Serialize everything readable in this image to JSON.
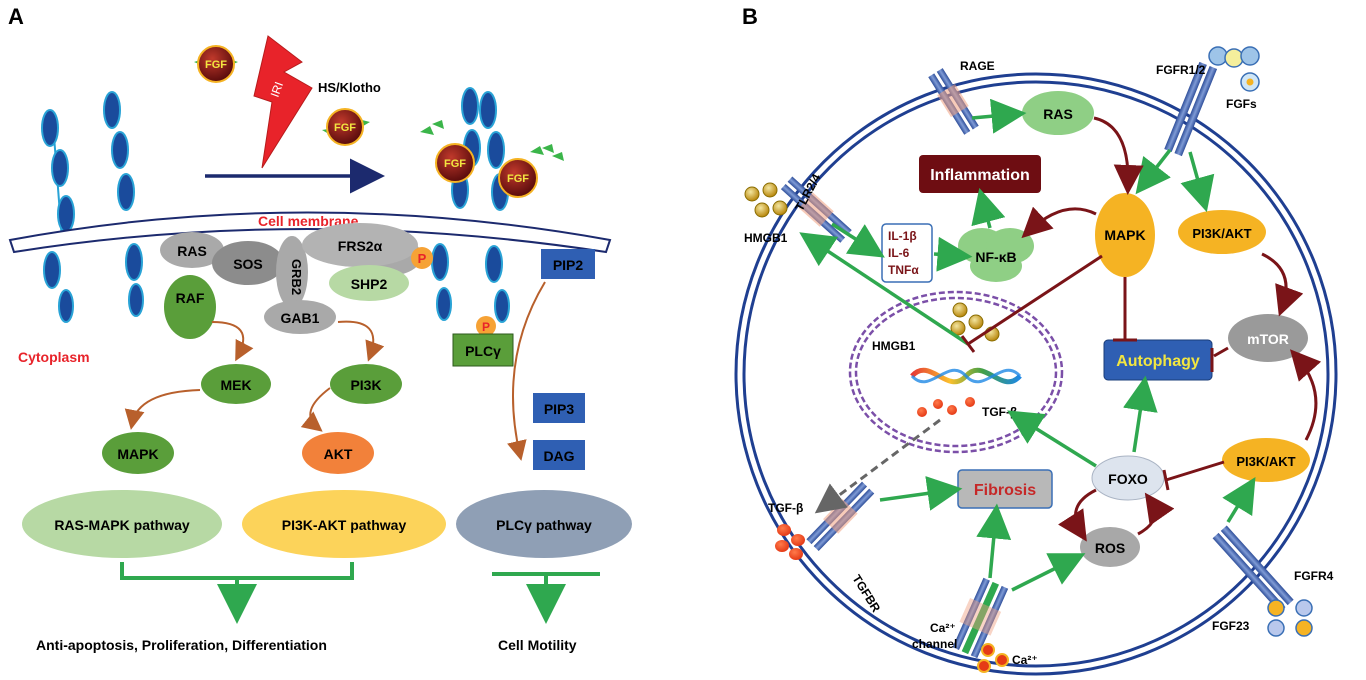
{
  "panel_a": {
    "label": "A",
    "fgf_1": "FGF",
    "fgf_2": "FGF",
    "fgf_3": "FGF",
    "fgf_4": "FGF",
    "iri": "IRI",
    "hs_klotho": "HS/Klotho",
    "cell_membrane": "Cell membrane",
    "cytoplasm": "Cytoplasm",
    "ras": "RAS",
    "sos": "SOS",
    "grb2": "GRB2",
    "frs2a": "FRS2α",
    "shp2": "SHP2",
    "gab1": "GAB1",
    "raf": "RAF",
    "p_1": "P",
    "p_2": "P",
    "pip2": "PIP2",
    "plcg": "PLCγ",
    "mek": "MEK",
    "pi3k": "PI3K",
    "mapk": "MAPK",
    "akt": "AKT",
    "pip3": "PIP3",
    "dag": "DAG",
    "ras_mapk_pathway": "RAS-MAPK pathway",
    "pi3k_akt_pathway": "PI3K-AKT pathway",
    "plcg_pathway": "PLCγ pathway",
    "outcome_1": "Anti-apoptosis, Proliferation, Differentiation",
    "outcome_2": "Cell Motility",
    "colors": {
      "green_dark": "#5a9e3a",
      "green_light": "#b7d9a4",
      "orange": "#f2813a",
      "yellow": "#fcd35a",
      "blue": "#2f5fb3",
      "red": "#e8232a",
      "navy": "#1c2a6e"
    }
  },
  "panel_b": {
    "label": "B",
    "rage": "RAGE",
    "fgfr12": "FGFR1/2",
    "fgfs": "FGFs",
    "tlr24": "TLR2/4",
    "hmgb1_outer": "HMGB1",
    "ras": "RAS",
    "inflammation": "Inflammation",
    "il1b": "IL-1β",
    "il6": "IL-6",
    "tnfa": "TNFα",
    "nfkb": "NF-κB",
    "mapk": "MAPK",
    "pi3k_akt_1": "PI3K/AKT",
    "pi3k_akt_2": "PI3K/AKT",
    "mtor": "mTOR",
    "hmgb1_nucleus": "HMGB1",
    "tgfb_nucleus": "TGF-β",
    "autophagy": "Autophagy",
    "foxo": "FOXO",
    "fibrosis": "Fibrosis",
    "ros": "ROS",
    "tgfb_outer": "TGF-β",
    "tgfbr": "TGFBR",
    "ca_channel_1": "Ca²⁺",
    "ca_channel_2": "channel",
    "ca_outer": "Ca²⁺",
    "fgfr4": "FGFR4",
    "fgf23": "FGF23",
    "colors": {
      "cell_ring": "#1f3f91",
      "nucleus": "#7b4fa8",
      "green_arrow": "#2fa84f",
      "inhibit": "#7a1418",
      "gold": "#f5b323",
      "yellow_text": "#f2e640"
    }
  }
}
